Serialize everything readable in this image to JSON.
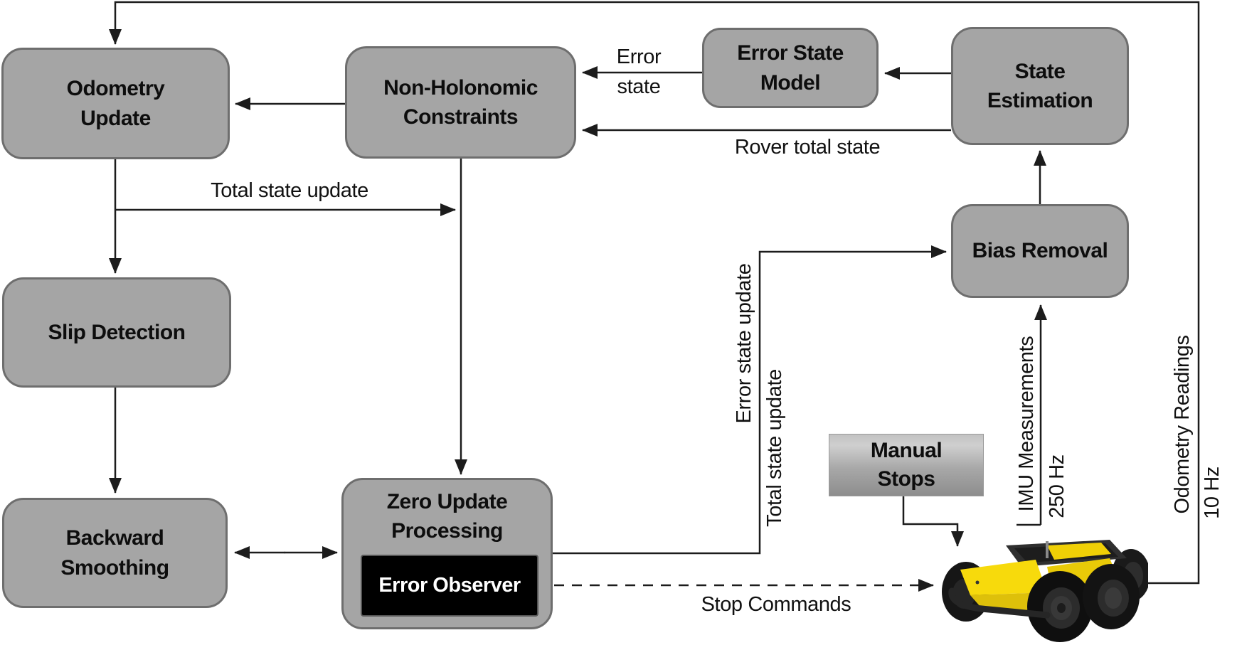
{
  "diagram": {
    "type": "flowchart",
    "subject": "Rover state-estimation and odometry pipeline",
    "colors": {
      "node_fill": "#a5a5a5",
      "node_border": "#6e6e6e",
      "line": "#1c1c1c",
      "observer_bg": "#000000",
      "observer_text": "#ffffff",
      "rover_yellow": "#f6d90b",
      "rover_black": "#141414"
    },
    "nodes": {
      "odometry_update": "Odometry\nUpdate",
      "non_holonomic": "Non-Holonomic\nConstraints",
      "error_state_model": "Error State\nModel",
      "state_estimation": "State\nEstimation",
      "bias_removal": "Bias Removal",
      "slip_detection": "Slip Detection",
      "backward_smoothing": "Backward\nSmoothing",
      "zero_update": "Zero Update\nProcessing",
      "error_observer": "Error Observer",
      "manual_stops": "Manual\nStops"
    },
    "edge_labels": {
      "error_state": "Error\nstate",
      "rover_total_state": "Rover total state",
      "total_state_update": "Total state update",
      "error_state_update_vertical": "Error state update",
      "total_state_update_vertical": "Total state update",
      "imu_measurements": "IMU Measurements",
      "imu_rate": "250 Hz",
      "odometry_readings": "Odometry Readings",
      "odometry_rate": "10 Hz",
      "stop_commands": "Stop Commands"
    }
  }
}
